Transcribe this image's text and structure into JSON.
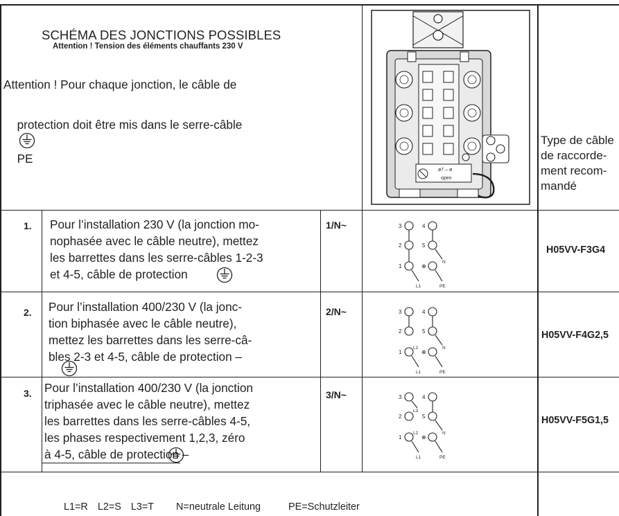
{
  "header": {
    "title": "SCHÉMA DES JONCTIONS POSSIBLES",
    "subtitle": "Attention ! Tension des éléments chauffants 230 V",
    "warning_line1": "Attention ! Pour chaque jonction, le câble de",
    "warning_line2": "protection doit être mis dans le serre-câble",
    "warning_pe": "PE",
    "side_label": "Type de câble\nde raccorde-\nment recom-\nmandé",
    "photo_label_size": "ø7 – ø",
    "photo_label_open": "open"
  },
  "rows": [
    {
      "number": "1.",
      "text": "Pour l’installation 230 V (la jonction mo-\nnophasée avec le câble neutre), mettez\nles barrettes dans les serre-câbles 1-2-3\net 4-5, câble de protection",
      "code": "1/N~",
      "cable": "H05VV-F3G4"
    },
    {
      "number": "2.",
      "text": "Pour l’installation 400/230 V (la jonc-\ntion biphasée avec le câble neutre),\nmettez les barrettes dans les serre-câ-\nbles 2-3 et 4-5, câble de protection –",
      "code": "2/N~",
      "cable": "H05VV-F4G2,5"
    },
    {
      "number": "3.",
      "text": "Pour l’installation 400/230 V (la jonction\ntriphasée avec le câble neutre), mettez\nles barrettes dans les serre-câbles 4-5,\nles phases respectivement 1,2,3, zéro\nà 4-5, câble de protection –",
      "code": "3/N~",
      "cable": "H05VV-F5G1,5"
    }
  ],
  "terminal_labels": {
    "t1": "1",
    "t2": "2",
    "t3": "3",
    "t4": "4",
    "t5": "5",
    "L1": "L1",
    "L2": "L2",
    "L3": "L3",
    "N": "N",
    "PE": "PE"
  },
  "legend": {
    "l1": "L1=R",
    "l2": "L2=S",
    "l3": "L3=T",
    "n": "N=neutrale Leitung",
    "pe": "PE=Schutzleiter"
  },
  "icons": {
    "ground": "protective-earth-icon",
    "terminal": "terminal-block-icon"
  }
}
